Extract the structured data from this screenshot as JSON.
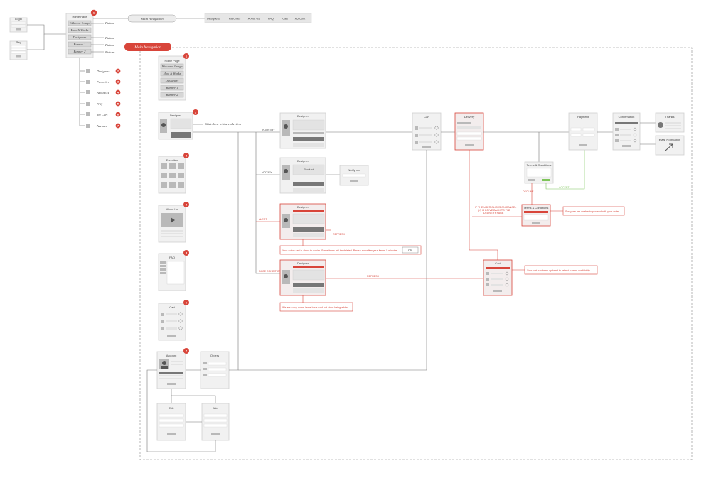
{
  "colors": {
    "accent": "#d8453a",
    "ok": "#7fc55a",
    "line": "#777777",
    "panel": "#f1f1f1"
  },
  "auth": {
    "login": "Login",
    "reg": "Reg"
  },
  "home_menu": {
    "title": "Home Page",
    "items": [
      "Welcome Image",
      "How It Works",
      "Designers",
      "Banner 1",
      "Banner 2"
    ],
    "picture": "Picture",
    "badge": "1"
  },
  "top_nav": {
    "pill": "Main Navigation",
    "items": [
      "Designers",
      "Favorites",
      "About Us",
      "FAQ",
      "Cart",
      "Account"
    ]
  },
  "side_links": [
    {
      "label": "Designers",
      "badge": "2"
    },
    {
      "label": "Favorites",
      "badge": "3"
    },
    {
      "label": "About Us",
      "badge": "4"
    },
    {
      "label": "FAQ",
      "badge": "5"
    },
    {
      "label": "My Cart",
      "badge": "6"
    },
    {
      "label": "Account",
      "badge": "7"
    }
  ],
  "main_nav_label": "Main Navigation",
  "screens": {
    "home": "Home Page",
    "designer": "Designer",
    "favorites": "Favorites",
    "about": "About Us",
    "faq": "FAQ",
    "cart": "Cart",
    "account": "Account",
    "orders": "Orders",
    "edit": "Edit",
    "add": "Add",
    "delivery": "Delivery",
    "payment": "Payment",
    "confirmation": "Confirmation",
    "thanks": "Thanks",
    "email": "eMail Notification",
    "notify": "Notify me",
    "product": "Product",
    "terms": "Terms & Conditions",
    "terms2": "Terms & Conditions"
  },
  "annotations": {
    "slideshow": "Slideshow w/ the collection",
    "inventory": "IN-ENTRY",
    "notify": "NOTIFY",
    "alert": "ALERT",
    "race": "RACE CONDITION",
    "refresh1": "REFRESH",
    "refresh2": "REFRESH",
    "accept": "ACCEPT",
    "decline": "DECLINE",
    "cancel_note": "IF THE USER CLICKS ON CANCEL (X) IS DRIVE BACK TO THE DELIVERY PAGE",
    "expire_msg": "Your active cart is about to expire. Some items will be deleted. Please reconfirm your items: 5 minutes.",
    "ok": "OK",
    "soldout_msg": "We are sorry, some items have sold out since being added.",
    "sorry_msg": "Sorry, we are unable to proceed with your order.",
    "cart_updated": "Your cart has been updated to reflect current availability."
  }
}
